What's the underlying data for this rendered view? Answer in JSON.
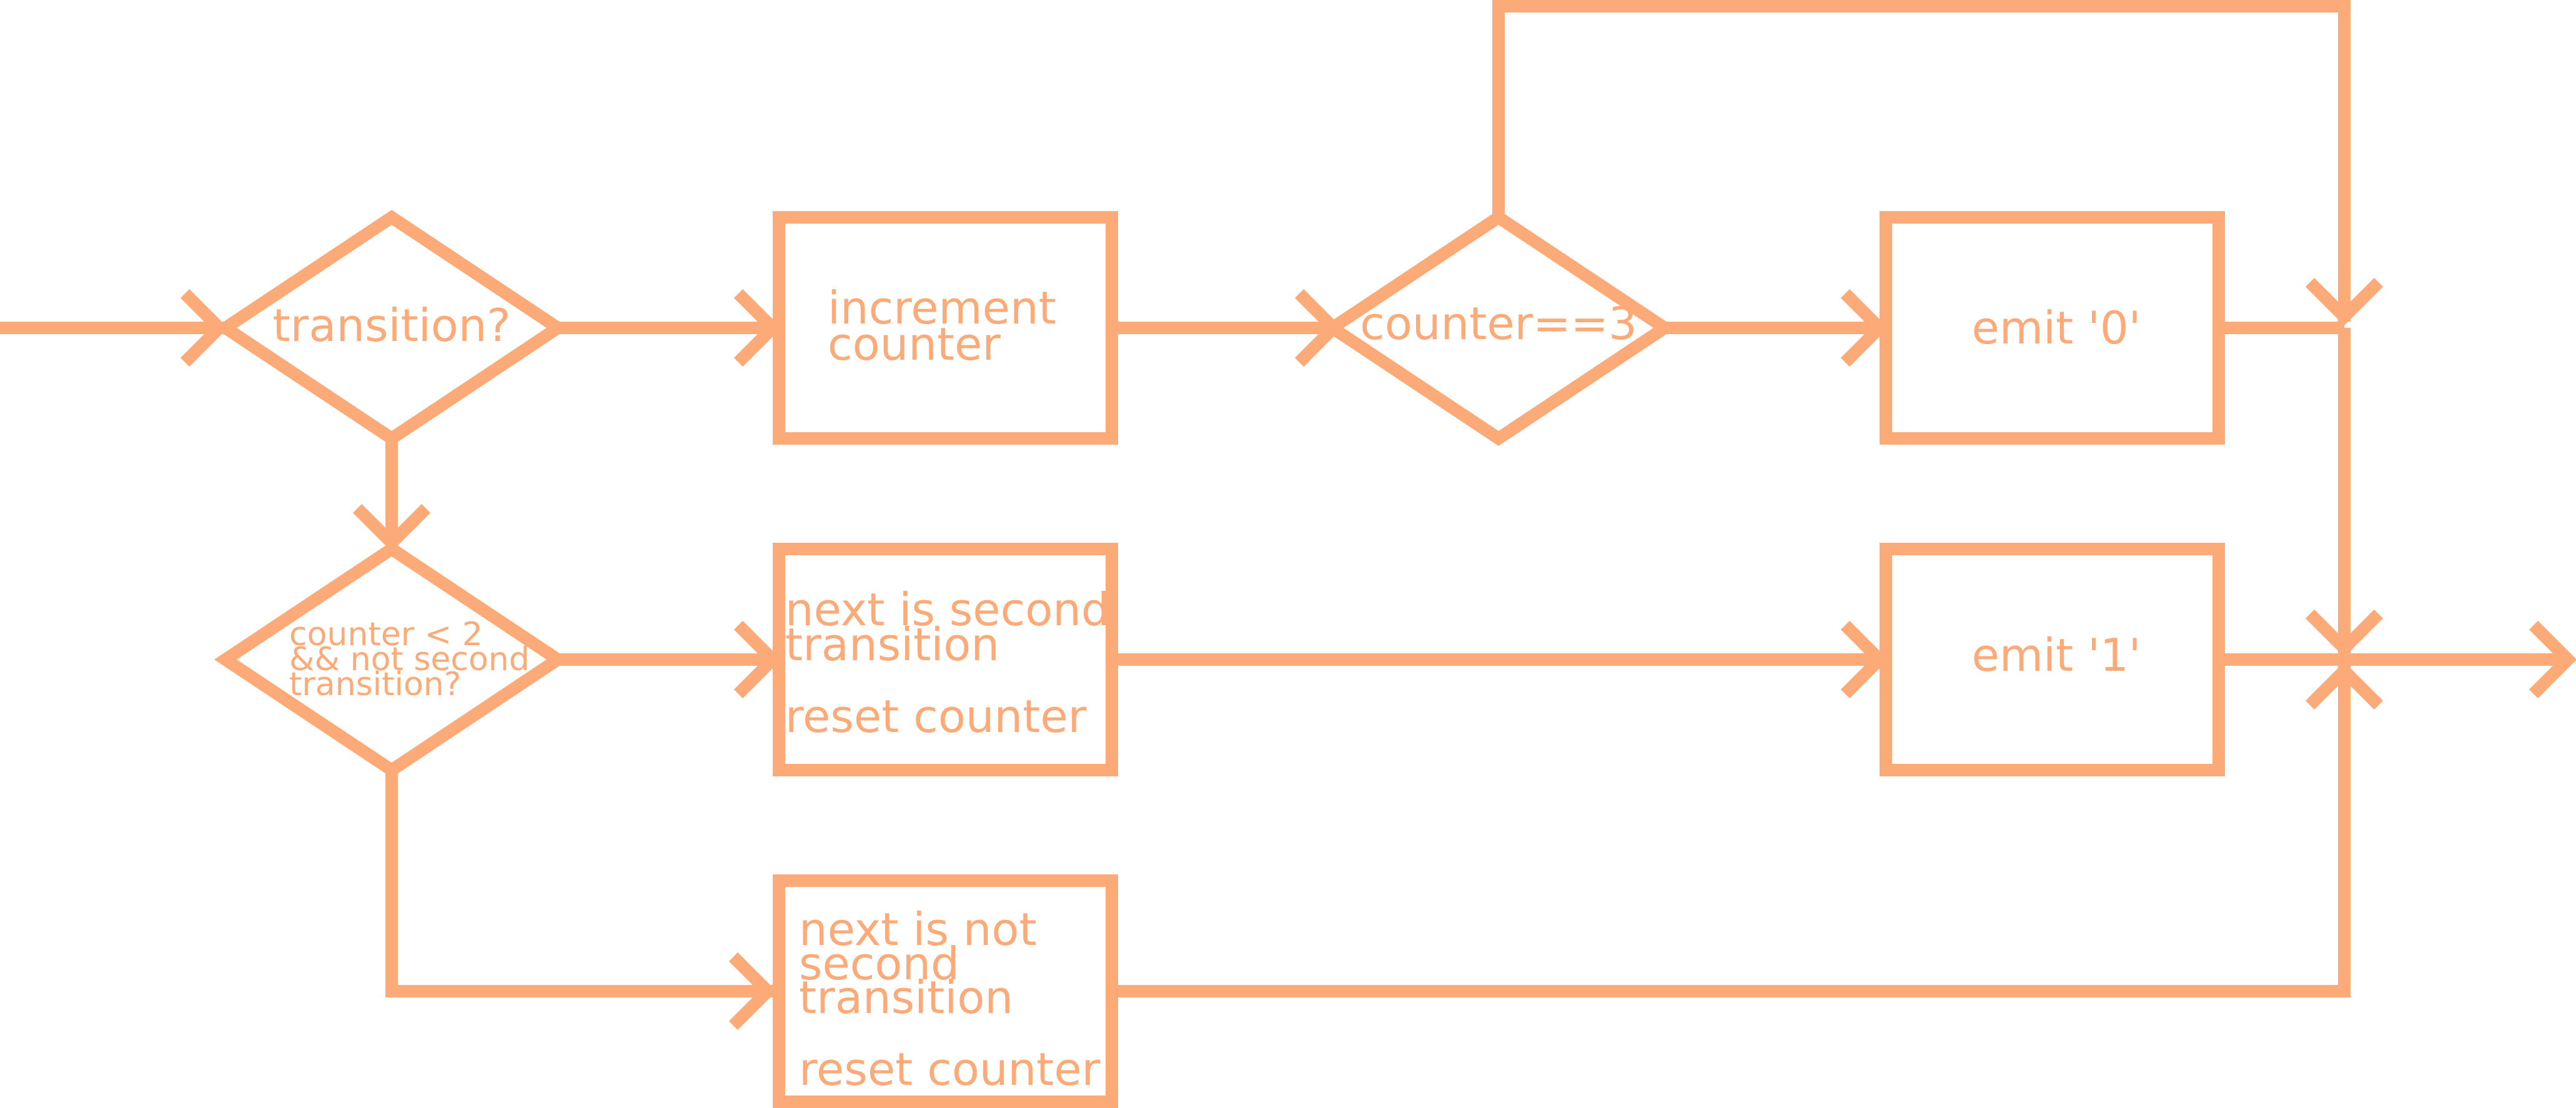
{
  "diagram": {
    "stroke_color": "#FBAA78",
    "background": "#FFFFFF",
    "nodes": {
      "transition": {
        "shape": "diamond",
        "lines": [
          "transition?"
        ]
      },
      "increment": {
        "shape": "box",
        "lines": [
          "increment",
          "counter"
        ]
      },
      "counter_eq": {
        "shape": "diamond",
        "lines": [
          "counter==3"
        ]
      },
      "emit0": {
        "shape": "box",
        "lines": [
          "emit '0'"
        ]
      },
      "cond": {
        "shape": "diamond",
        "lines": [
          "counter < 2",
          "&& not second",
          "transition?"
        ]
      },
      "next_second": {
        "shape": "box",
        "lines": [
          "next is second",
          "transition"
        ],
        "footer": "reset counter"
      },
      "emit1": {
        "shape": "box",
        "lines": [
          "emit '1'"
        ]
      },
      "next_not_second": {
        "shape": "box",
        "lines": [
          "next is not",
          "second",
          "transition"
        ],
        "footer": "reset counter"
      }
    }
  }
}
